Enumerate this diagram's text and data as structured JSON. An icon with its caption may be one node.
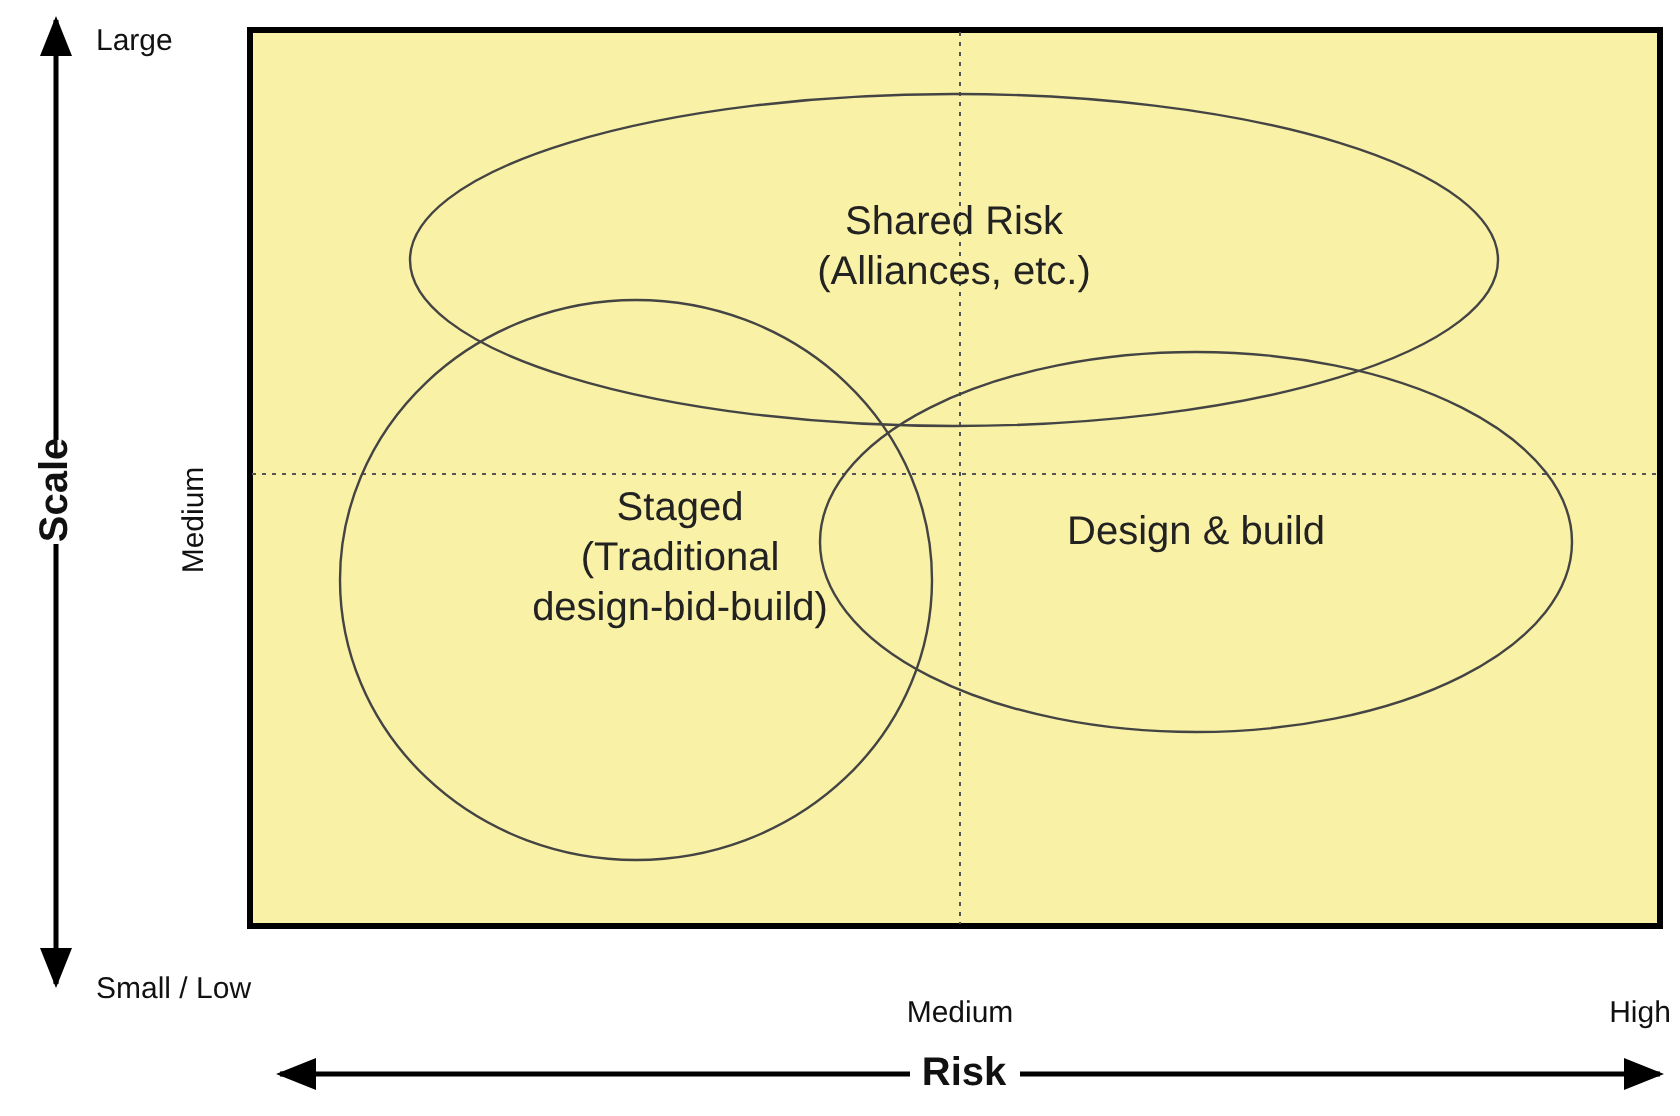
{
  "diagram": {
    "nodes": [
      {
        "text": [
          "Shared Risk (Alliances, etc.)"
        ]
      },
      {
        "text": [
          "Staged (Traditional design-bid-build)"
        ]
      },
      {
        "text": [
          "Design & build"
        ]
      }
    ],
    "labels": [
      "Large",
      "Scale",
      "Medium",
      "Small / Low",
      "Medium",
      "High",
      "Risk"
    ]
  }
}
